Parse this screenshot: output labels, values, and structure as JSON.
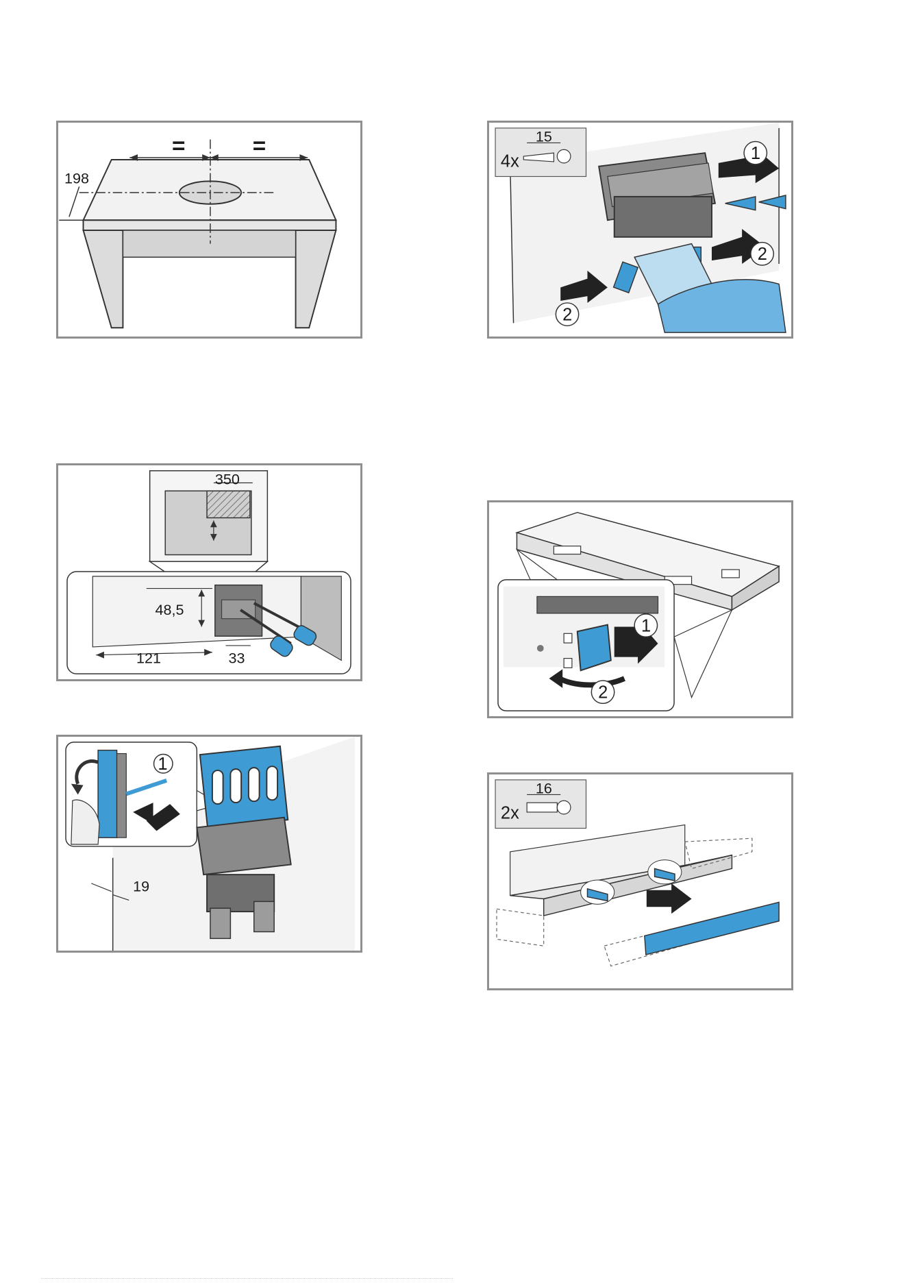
{
  "figures": {
    "fig1": {
      "equal_left": "=",
      "equal_right": "=",
      "depth": "198"
    },
    "fig2": {
      "width": "350",
      "height": "48,5",
      "offset": "121",
      "spacing": "33"
    },
    "fig3": {
      "step": "1",
      "thickness": "19"
    },
    "fig4": {
      "screw_length": "15",
      "screw_count": "4x",
      "step_a": "1",
      "step_b": "2",
      "step_c": "2"
    },
    "fig5": {
      "step_a": "1",
      "step_b": "2"
    },
    "fig6": {
      "screw_length": "16",
      "screw_count": "2x"
    }
  },
  "colors": {
    "accent_blue": "#3e9bd4",
    "frame_grey": "#8f8f8f",
    "surface_grey": "#e6e6e6"
  }
}
